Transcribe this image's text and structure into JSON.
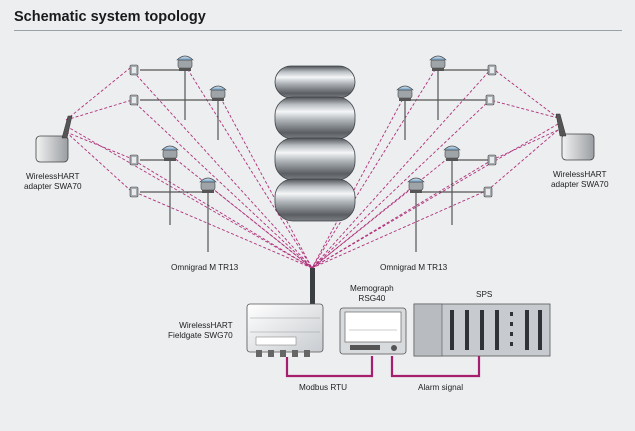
{
  "title": "Schematic system topology",
  "labels": {
    "adapter_left": [
      "WirelessHART",
      "adapter SWA70"
    ],
    "adapter_right": [
      "WirelessHART",
      "adapter SWA70"
    ],
    "omnigrad_left": "Omnigrad M TR13",
    "omnigrad_right": "Omnigrad M TR13",
    "fieldgate": [
      "WirelessHART",
      "Fieldgate SWG70"
    ],
    "memograph": [
      "Memograph",
      "RSG40"
    ],
    "sps": "SPS",
    "modbus": "Modbus RTU",
    "alarm": "Alarm signal"
  },
  "colors": {
    "background": "#eceef0",
    "wireless_link": "#b0307a",
    "wired_link": "#a51f6e",
    "sensor_cap": "#8fb6d6"
  }
}
